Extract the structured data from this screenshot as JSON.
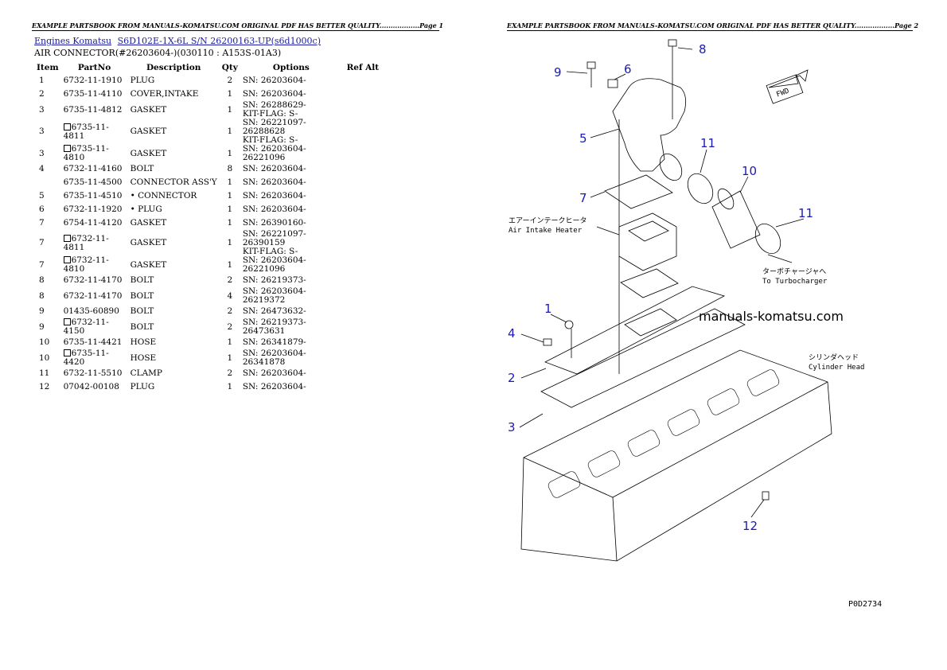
{
  "page1_header": "EXAMPLE PARTSBOOK FROM MANUALS-KOMATSU.COM ORIGINAL PDF HAS BETTER QUALITY..................Page 1",
  "page2_header": "EXAMPLE PARTSBOOK FROM MANUALS-KOMATSU.COM ORIGINAL PDF HAS BETTER QUALITY..................Page 2",
  "breadcrumb": {
    "link1": "Engines Komatsu",
    "link2": "S6D102E-1X-6L S/N 26200163-UP(s6d1000c)"
  },
  "subtitle": "AIR CONNECTOR(#26203604-)(030110 : A153S-01A3)",
  "columns": {
    "item": "Item",
    "partno": "PartNo",
    "description": "Description",
    "qty": "Qty",
    "options": "Options",
    "refalt": "Ref Alt"
  },
  "rows": [
    {
      "item": "1",
      "part": "6732-11-1910",
      "desc": "PLUG",
      "qty": "2",
      "opt": "SN: 26203604-",
      "box": false
    },
    {
      "item": "2",
      "part": "6735-11-4110",
      "desc": "COVER,INTAKE",
      "qty": "1",
      "opt": "SN: 26203604-",
      "box": false
    },
    {
      "item": "3",
      "part": "6735-11-4812",
      "desc": "GASKET",
      "qty": "1",
      "opt": "SN: 26288629-\nKIT-FLAG: S-",
      "box": false
    },
    {
      "item": "3",
      "part": "6735-11-4811",
      "desc": "GASKET",
      "qty": "1",
      "opt": "SN: 26221097-26288628\nKIT-FLAG: S-",
      "box": true
    },
    {
      "item": "3",
      "part": "6735-11-4810",
      "desc": "GASKET",
      "qty": "1",
      "opt": "SN: 26203604-26221096",
      "box": true
    },
    {
      "item": "4",
      "part": "6732-11-4160",
      "desc": "BOLT",
      "qty": "8",
      "opt": "SN: 26203604-",
      "box": false
    },
    {
      "item": "",
      "part": "6735-11-4500",
      "desc": "CONNECTOR ASS'Y",
      "qty": "1",
      "opt": "SN: 26203604-",
      "box": false
    },
    {
      "item": "5",
      "part": "6735-11-4510",
      "desc": "• CONNECTOR",
      "qty": "1",
      "opt": "SN: 26203604-",
      "box": false
    },
    {
      "item": "6",
      "part": "6732-11-1920",
      "desc": "• PLUG",
      "qty": "1",
      "opt": "SN: 26203604-",
      "box": false
    },
    {
      "item": "7",
      "part": "6754-11-4120",
      "desc": "GASKET",
      "qty": "1",
      "opt": "SN: 26390160-",
      "box": false
    },
    {
      "item": "7",
      "part": "6732-11-4811",
      "desc": "GASKET",
      "qty": "1",
      "opt": "SN: 26221097-26390159\nKIT-FLAG: S-",
      "box": true
    },
    {
      "item": "7",
      "part": "6732-11-4810",
      "desc": "GASKET",
      "qty": "1",
      "opt": "SN: 26203604-26221096",
      "box": true
    },
    {
      "item": "8",
      "part": "6732-11-4170",
      "desc": "BOLT",
      "qty": "2",
      "opt": "SN: 26219373-",
      "box": false
    },
    {
      "item": "8",
      "part": "6732-11-4170",
      "desc": "BOLT",
      "qty": "4",
      "opt": "SN: 26203604-26219372",
      "box": false
    },
    {
      "item": "9",
      "part": "01435-60890",
      "desc": "BOLT",
      "qty": "2",
      "opt": "SN: 26473632-",
      "box": false
    },
    {
      "item": "9",
      "part": "6732-11-4150",
      "desc": "BOLT",
      "qty": "2",
      "opt": "SN: 26219373-26473631",
      "box": true
    },
    {
      "item": "10",
      "part": "6735-11-4421",
      "desc": "HOSE",
      "qty": "1",
      "opt": "SN: 26341879-",
      "box": false
    },
    {
      "item": "10",
      "part": "6735-11-4420",
      "desc": "HOSE",
      "qty": "1",
      "opt": "SN: 26203604-26341878",
      "box": true
    },
    {
      "item": "11",
      "part": "6732-11-5510",
      "desc": "CLAMP",
      "qty": "2",
      "opt": "SN: 26203604-",
      "box": false
    },
    {
      "item": "12",
      "part": "07042-00108",
      "desc": "PLUG",
      "qty": "1",
      "opt": "SN: 26203604-",
      "box": false
    }
  ],
  "diagram": {
    "callouts": [
      "1",
      "2",
      "3",
      "4",
      "5",
      "6",
      "7",
      "8",
      "9",
      "10",
      "11",
      "11",
      "12"
    ],
    "heater_jp": "エアーインテークヒータ",
    "heater_en": "Air Intake Heater",
    "turbo_jp": "ターボチャージャへ",
    "turbo_en": "To Turbocharger",
    "head_jp": "シリンダヘッド",
    "head_en": "Cylinder Head",
    "watermark": "manuals-komatsu.com",
    "fwd": "FWD",
    "code": "P0D2734"
  }
}
